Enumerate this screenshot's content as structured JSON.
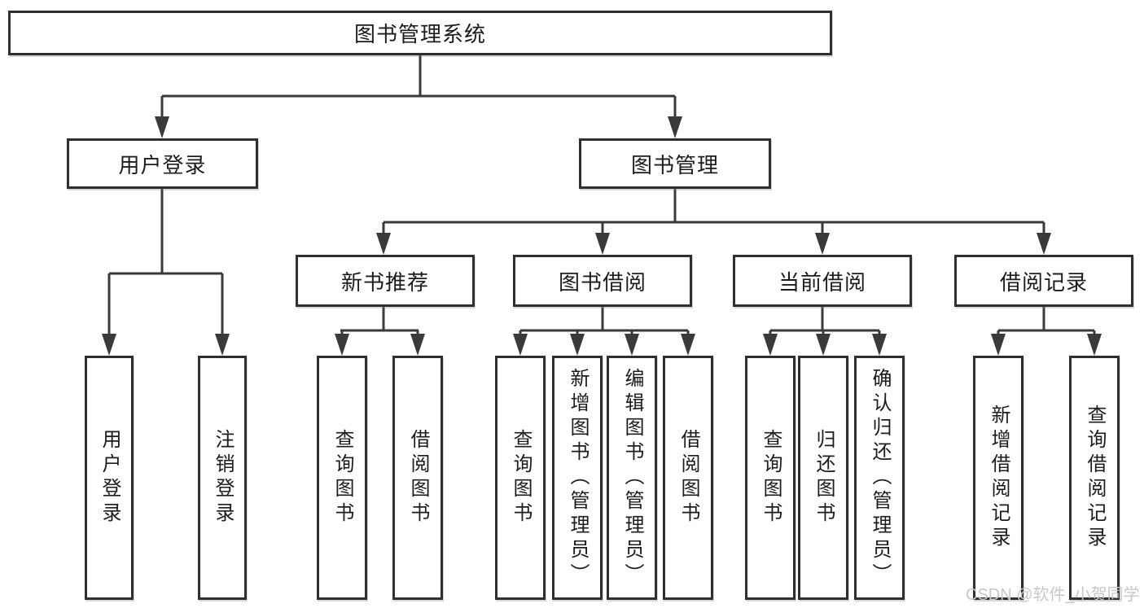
{
  "diagram": {
    "root": {
      "label": "图书管理系统"
    },
    "level2": [
      {
        "label": "用户登录"
      },
      {
        "label": "图书管理"
      }
    ],
    "level3": [
      {
        "label": "新书推荐"
      },
      {
        "label": "图书借阅"
      },
      {
        "label": "当前借阅"
      },
      {
        "label": "借阅记录"
      }
    ],
    "leaves": {
      "user_login": [
        {
          "label": "用户登录"
        },
        {
          "label": "注销登录"
        }
      ],
      "new_book": [
        {
          "label": "查询图书"
        },
        {
          "label": "借阅图书"
        }
      ],
      "book_borrow": [
        {
          "label": "查询图书"
        },
        {
          "label": "新增图书（管理员）"
        },
        {
          "label": "编辑图书（管理员）"
        },
        {
          "label": "借阅图书"
        }
      ],
      "current_borrow": [
        {
          "label": "查询图书"
        },
        {
          "label": "归还图书"
        },
        {
          "label": "确认归还（管理员）"
        }
      ],
      "borrow_record": [
        {
          "label": "新增借阅记录"
        },
        {
          "label": "查询借阅记录"
        }
      ]
    }
  },
  "watermark": {
    "text": "CSDN @软件_小贺同学"
  },
  "colors": {
    "background": "#ffffff",
    "line": "#3a3a3a",
    "box_border": "#2f2f2f",
    "text": "#1c1c1c",
    "watermark": "#c8c8c8"
  }
}
